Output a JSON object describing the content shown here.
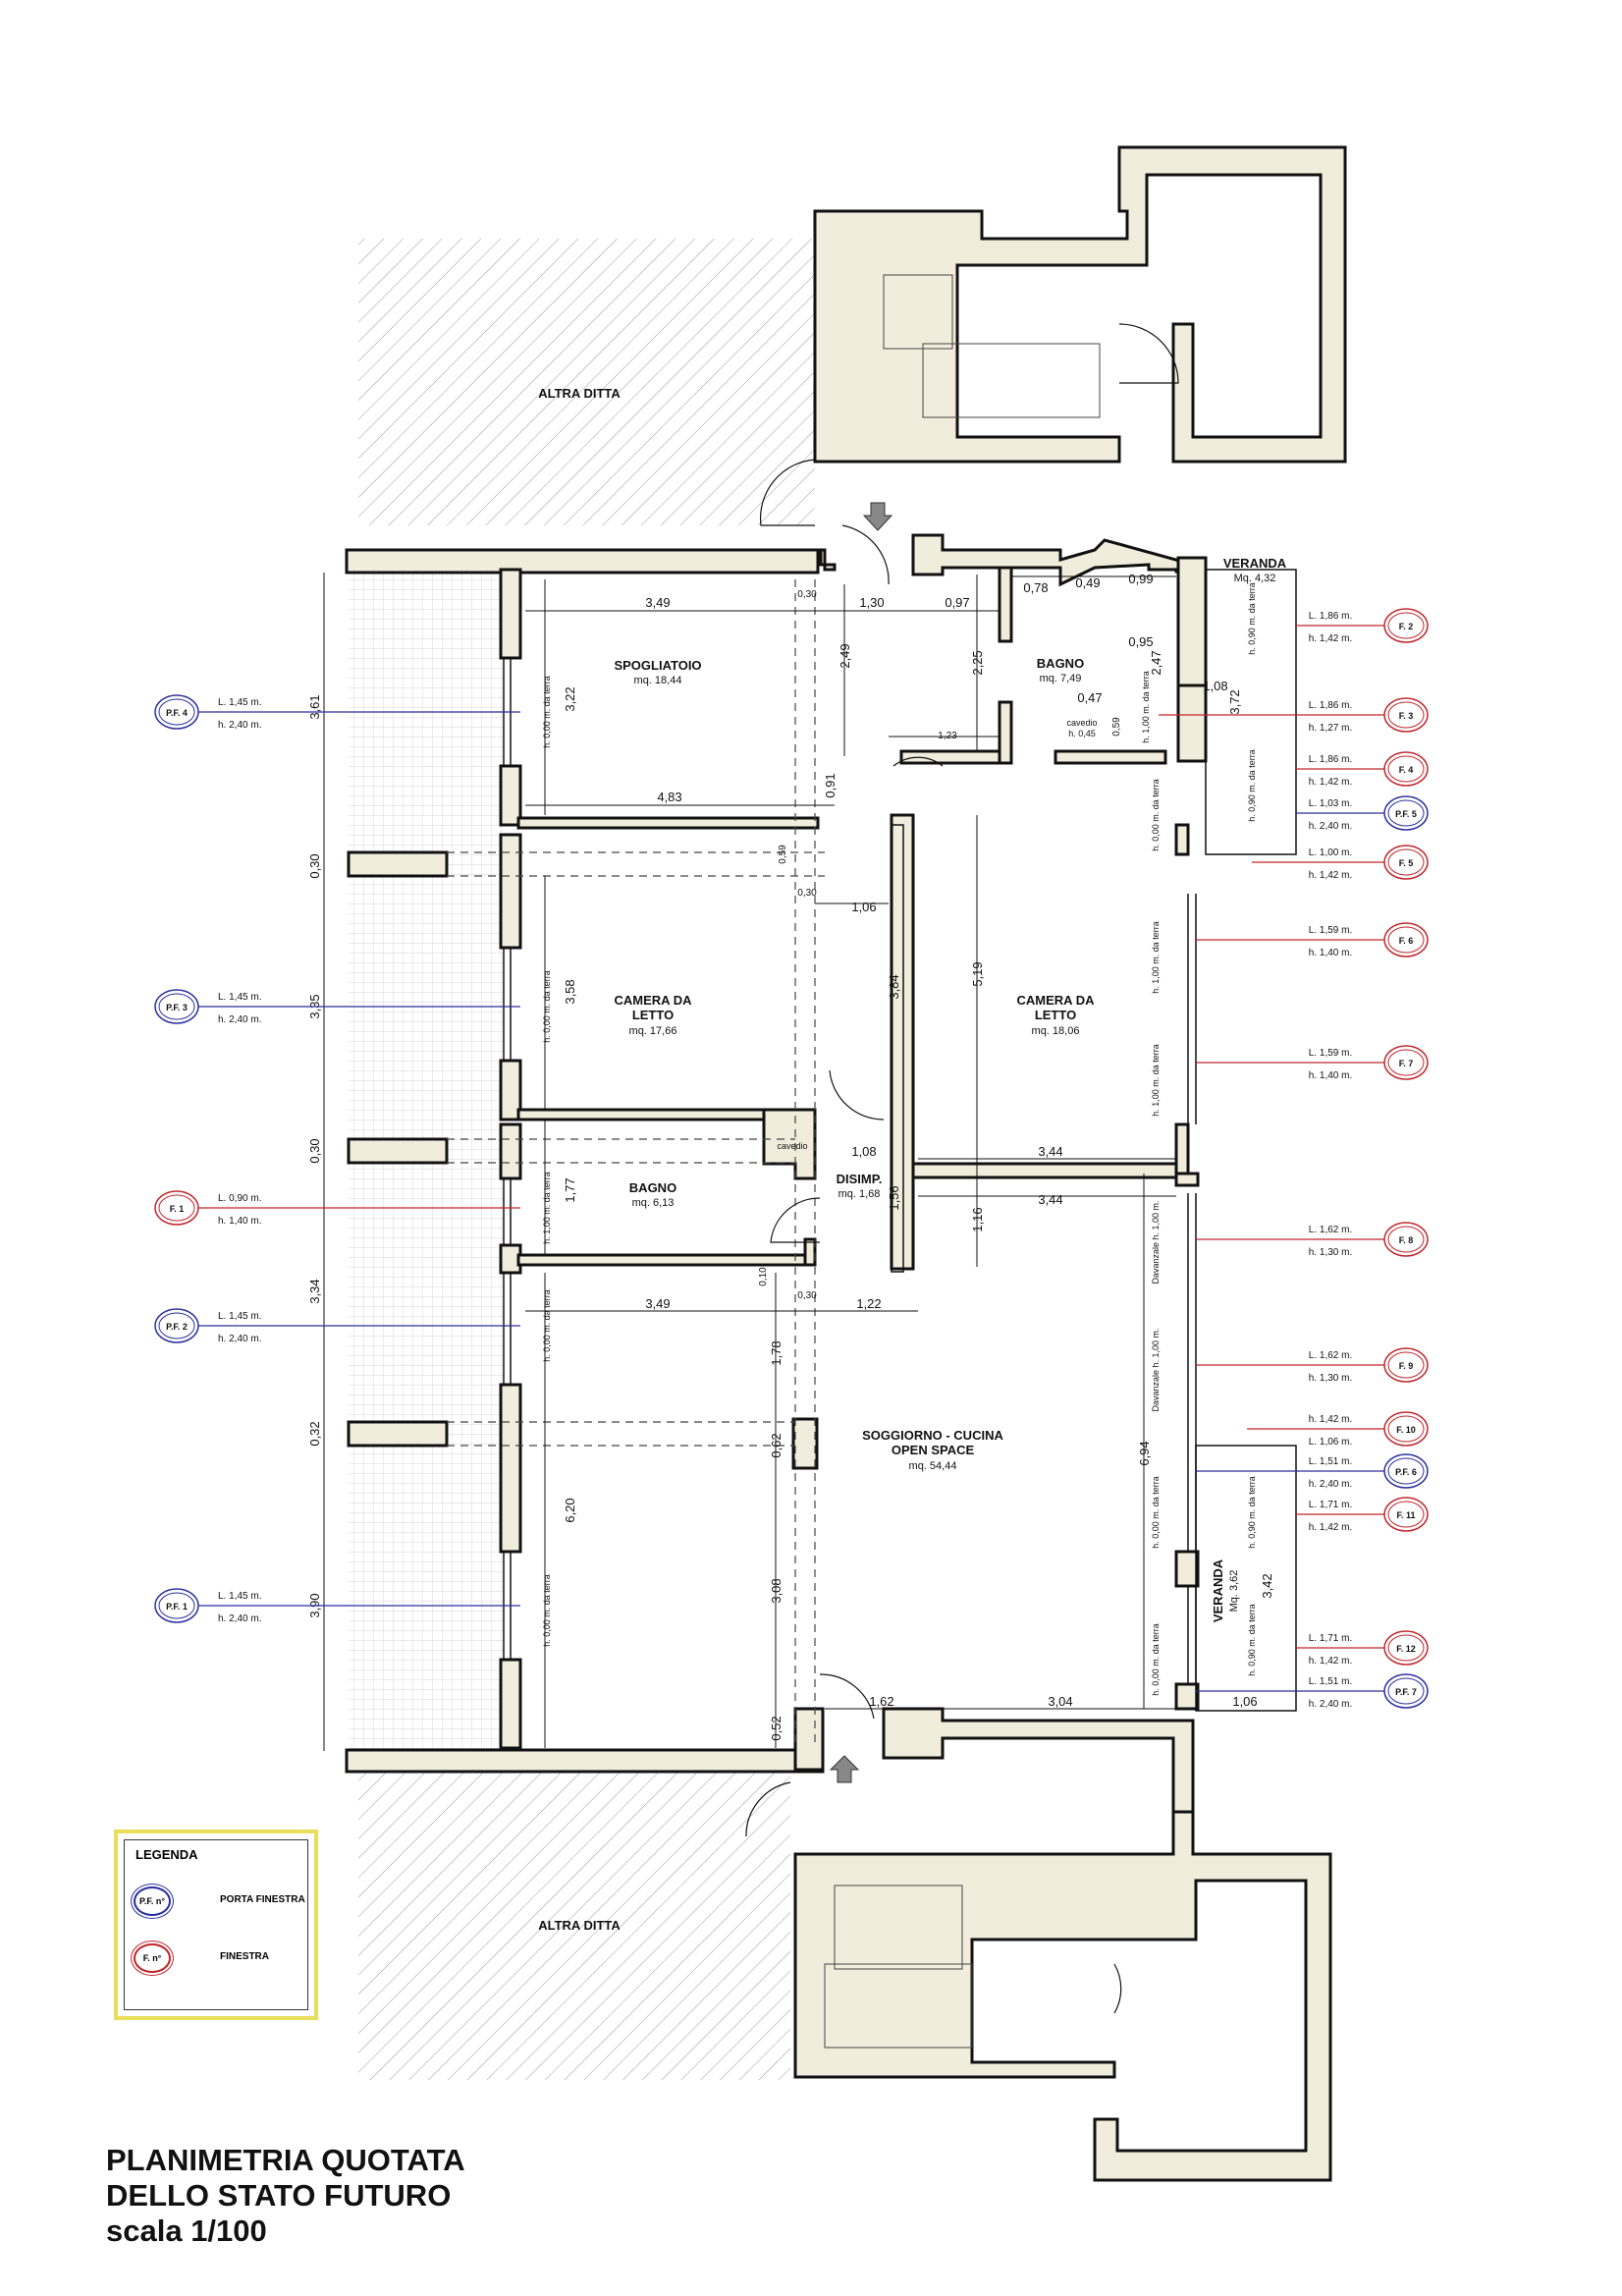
{
  "areas_outside": {
    "top_label": "ALTRA DITTA",
    "bottom_label": "ALTRA DITTA"
  },
  "rooms": [
    {
      "name": "SPOGLIATOIO",
      "area": "mq. 18,44"
    },
    {
      "name": "BAGNO",
      "area": "mq. 7,49"
    },
    {
      "name": "CAMERA DA",
      "name2": "LETTO",
      "area": "mq. 17,66"
    },
    {
      "name": "CAMERA DA",
      "name2": "LETTO",
      "area": "mq. 18,06"
    },
    {
      "name": "BAGNO",
      "area": "mq. 6,13"
    },
    {
      "name": "DISIMP.",
      "area": "mq. 1,68"
    },
    {
      "name": "SOGGIORNO - CUCINA",
      "name2": "OPEN SPACE",
      "area": "mq. 54,44"
    },
    {
      "name": "VERANDA",
      "area": "Mq. 4,32"
    },
    {
      "name": "VERANDA",
      "area": "Mq. 3,62"
    }
  ],
  "cavedio": {
    "label": "cavedio",
    "height": "h. 0,45"
  },
  "cavedio2": "cavedio",
  "dims": {
    "left_col": [
      "3,61",
      "0,30",
      "3,35",
      "0,30",
      "3,34",
      "0,32",
      "3,90"
    ],
    "d349a": "3,49",
    "d030a": "0,30",
    "d130": "1,30",
    "d097": "0,97",
    "d078": "0,78",
    "d049": "0,49",
    "d099": "0,99",
    "d095": "0,95",
    "d249": "2,49",
    "d225": "2,25",
    "d247": "2,47",
    "d322": "3,22",
    "d047": "0,47",
    "d123": "1,23",
    "d059a": "0,59",
    "d108a": "1,08",
    "d372": "3,72",
    "d483": "4,83",
    "d091": "0,91",
    "d059b": "0,59",
    "d030b": "0,30",
    "d106": "1,06",
    "d358": "3,58",
    "d384": "3,84",
    "d519": "5,19",
    "d108b": "1,08",
    "d344a": "3,44",
    "d344b": "3,44",
    "d177": "1,77",
    "d156": "1,56",
    "d116": "1,16",
    "d010": "0,10",
    "d030c": "0,30",
    "d349b": "3,49",
    "d122": "1,22",
    "d178": "1,78",
    "d062": "0,62",
    "d620": "6,20",
    "d308": "3,08",
    "d694": "6,94",
    "d342": "3,42",
    "d052": "0,52",
    "d162": "1,62",
    "d304": "3,04",
    "d106b": "1,06"
  },
  "sill_notes": {
    "h000": "h. 0,00 m. da terra",
    "h100": "h. 1,00 m. da terra",
    "h090": "h. 0,90 m. da terra",
    "davanzale": "Davanzale h. 1,00 m."
  },
  "openings_left": [
    {
      "tag": "P.F. 4",
      "type": "pf",
      "L": "L. 1,45 m.",
      "h": "h. 2,40 m."
    },
    {
      "tag": "P.F. 3",
      "type": "pf",
      "L": "L. 1,45 m.",
      "h": "h. 2,40 m."
    },
    {
      "tag": "F. 1",
      "type": "f",
      "L": "L. 0,90 m.",
      "h": "h. 1,40 m."
    },
    {
      "tag": "P.F. 2",
      "type": "pf",
      "L": "L. 1,45 m.",
      "h": "h. 2,40 m."
    },
    {
      "tag": "P.F. 1",
      "type": "pf",
      "L": "L. 1,45 m.",
      "h": "h. 2,40 m."
    }
  ],
  "openings_right": [
    {
      "tag": "F. 2",
      "type": "f",
      "L": "L. 1,86 m.",
      "h": "h. 1,42 m."
    },
    {
      "tag": "F. 3",
      "type": "f",
      "L": "L. 1,86 m.",
      "h": "h. 1,27 m."
    },
    {
      "tag": "F. 4",
      "type": "f",
      "L": "L. 1,86 m.",
      "h": "h. 1,42 m."
    },
    {
      "tag": "P.F. 5",
      "type": "pf",
      "L": "L. 1,03 m.",
      "h": "h. 2,40 m."
    },
    {
      "tag": "F. 5",
      "type": "f",
      "L": "L. 1,00 m.",
      "h": "h. 1,42 m."
    },
    {
      "tag": "F. 6",
      "type": "f",
      "L": "L. 1,59 m.",
      "h": "h. 1,40 m."
    },
    {
      "tag": "F. 7",
      "type": "f",
      "L": "L. 1,59 m.",
      "h": "h. 1,40 m."
    },
    {
      "tag": "F. 8",
      "type": "f",
      "L": "L. 1,62 m.",
      "h": "h. 1,30 m."
    },
    {
      "tag": "F. 9",
      "type": "f",
      "L": "L. 1,62 m.",
      "h": "h. 1,30 m."
    },
    {
      "tag": "F. 10",
      "type": "f",
      "L": "h. 1,42 m.",
      "h": "L. 1,06 m."
    },
    {
      "tag": "P.F. 6",
      "type": "pf",
      "L": "L. 1,51 m.",
      "h": "h. 2,40 m."
    },
    {
      "tag": "F. 11",
      "type": "f",
      "L": "L. 1,71 m.",
      "h": "h. 1,42 m."
    },
    {
      "tag": "F. 12",
      "type": "f",
      "L": "L. 1,71 m.",
      "h": "h. 1,42 m."
    },
    {
      "tag": "P.F. 7",
      "type": "pf",
      "L": "L. 1,51 m.",
      "h": "h. 2,40 m."
    }
  ],
  "legend": {
    "title": "LEGENDA",
    "pf_symbol": "P.F. n°",
    "pf_label": "PORTA FINESTRA",
    "f_symbol": "F. n°",
    "f_label": "FINESTRA"
  },
  "title": {
    "line1": "PLANIMETRIA QUOTATA",
    "line2": "DELLO STATO FUTURO",
    "line3": "scala 1/100"
  },
  "colors": {
    "wall_fill": "#f1eddc",
    "wall_stroke": "#111111",
    "pf_blue": "#2b2f9e",
    "f_red": "#c0262c",
    "legend_border": "#e9de5a",
    "hatch": "#9a9a9a"
  }
}
